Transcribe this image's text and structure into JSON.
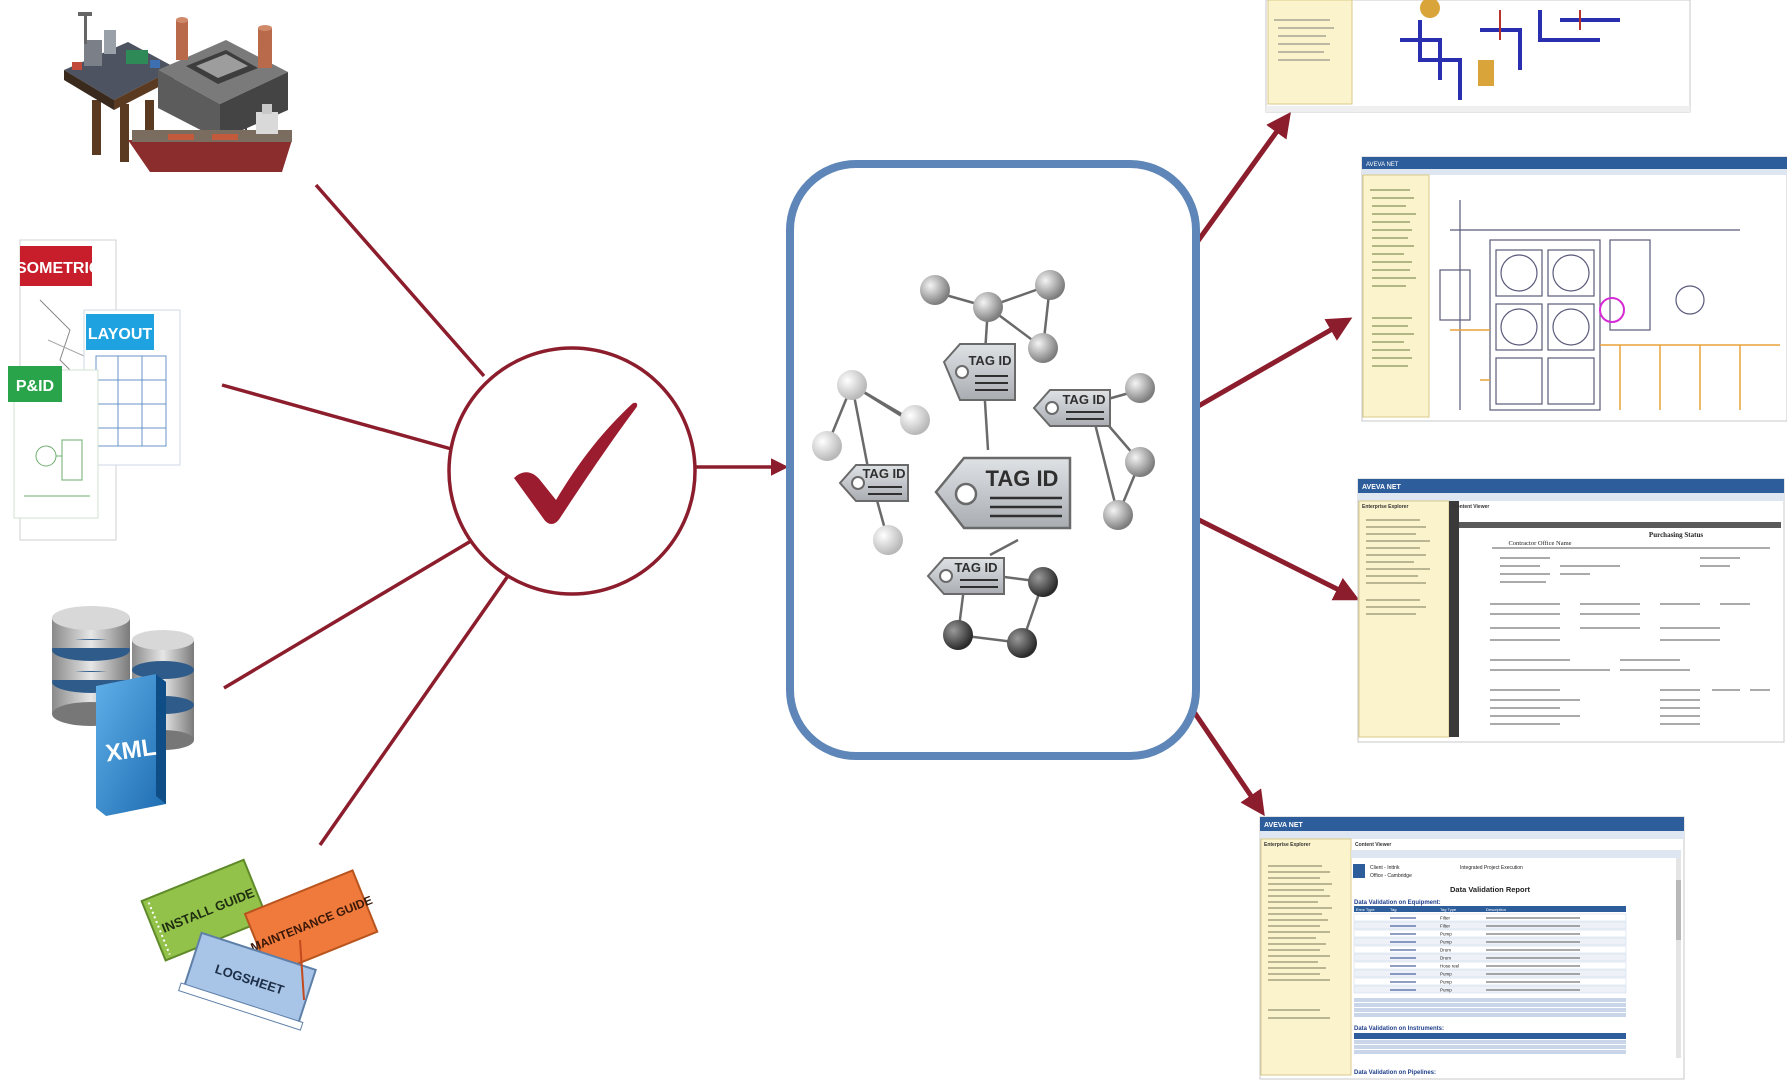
{
  "colors": {
    "connector": "#8c1d2c",
    "hub_border": "#5e86b8",
    "check": "#9b1c2e",
    "tag_fill": "#c4c8cc",
    "tag_text": "#2f2f2f",
    "aveva_blue": "#2d5d9a",
    "panel_yellow": "#fbf3cc"
  },
  "sources": {
    "docs": {
      "isometric_label": "ISOMETRIC",
      "layout_label": "LAYOUT",
      "pid_label": "P&ID"
    },
    "database": {
      "xml_label": "XML"
    },
    "books": {
      "install_label": "INSTALL GUIDE",
      "maintenance_label": "MAINTENANCE GUIDE",
      "logsheet_label": "LOGSHEET"
    }
  },
  "hub": {
    "main_tag_label": "TAG ID",
    "small_tag_label": "TAG ID"
  },
  "outputs": {
    "app_title": "AVEVA NET",
    "tree_header": "Enterprise Explorer",
    "content_header": "Content Viewer",
    "purchasing": {
      "office_heading": "Contractor Office Name",
      "report_title": "Purchasing Status"
    },
    "validation": {
      "client": "Client - Inttrik",
      "office": "Office - Cambridge",
      "project": "Integrated Project Execution",
      "report_title": "Data Validation Report",
      "section_equipment": "Data Validation on Equipment:",
      "section_instruments": "Data Validation on Instruments:",
      "section_pipelines": "Data Validation on Pipelines:",
      "col_headers": [
        "Error Type",
        "Tag",
        "Tag Type",
        "Description"
      ],
      "equipment_types": [
        "Filter",
        "Filter",
        "Pump",
        "Pump",
        "Drum",
        "Drum",
        "Hose reel",
        "Pump",
        "Pump",
        "Pump"
      ]
    }
  }
}
